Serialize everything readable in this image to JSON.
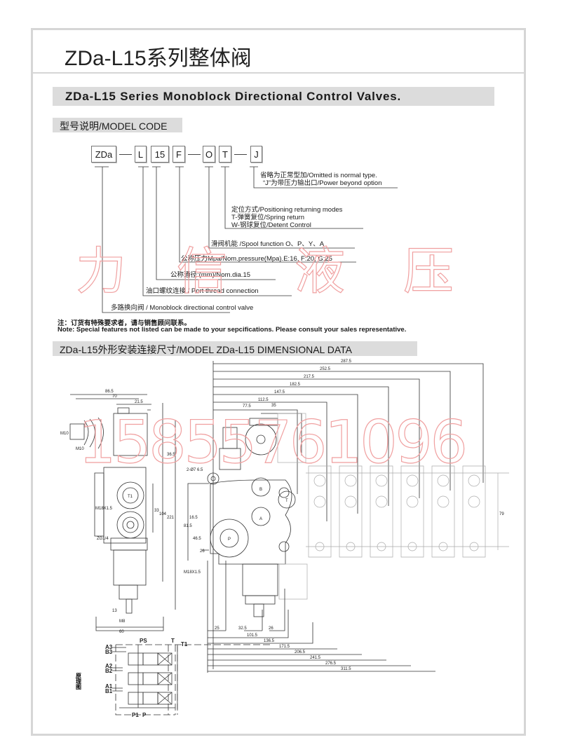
{
  "title": "ZDa-L15系列整体阀",
  "section_title": "ZDa-L15 Series Monoblock Directional Control Valves.",
  "model_code": {
    "heading": "型号说明/MODEL CODE",
    "codes": [
      "ZDa",
      "L",
      "15",
      "F",
      "O",
      "T",
      "J"
    ],
    "labels": {
      "j_line1": "省略为正常型加/Omitted is normal type.",
      "j_line2": "“J”为带压力输出口/Power beyond option",
      "t_line1": "定位方式/Positioning returning modes",
      "t_line2": "T-弹簧复位/Spring return",
      "t_line3": "W-钢球复位/Detent Control",
      "o": "滑阀机能 /Spool function O、P、Y、A",
      "f": "公称压力Mpa/Nom.pressure(Mpa).E:16, F:20, G:25",
      "size": "公称通径:(mm)/Nom.dia.15",
      "l": "油口螺纹连接 / Port thread connection",
      "zda": "多路换向阀  / Monoblock directional control valve"
    },
    "note_cn": "注：订货有特殊要求者，请与销售顾问联系。",
    "note_en": "Note: Special features not listed can be made to your sepcifications. Please consult your sales representative."
  },
  "dimensional": {
    "heading": "ZDa-L15外形安装连接尺寸/MODEL ZDa-L15 DIMENSIONAL DATA",
    "top_dims": [
      "287.5",
      "252.5",
      "217.5",
      "182.5",
      "147.5",
      "112.5",
      "77.5",
      "35"
    ],
    "bottom_dims": [
      "25",
      "32.5",
      "26",
      "101.5",
      "136.5",
      "171.5",
      "206.5",
      "241.5",
      "276.5",
      "311.5"
    ],
    "side": {
      "d86": "86.5",
      "d70": "70",
      "d21": "21.5",
      "m10a": "M10",
      "m10b": "M10",
      "d36": "36.5",
      "hole": "2-Ø7 6.5",
      "m18a": "M18X1.5",
      "zg": "ZG1/4",
      "d33": "33",
      "d104": "104",
      "d221": "221",
      "d13": "13",
      "m8": "M8",
      "d60": "60",
      "d16": "16.5",
      "d81": "81.5",
      "d46": "46.5",
      "d26": "26",
      "m18b": "M18X1.5",
      "d79": "79"
    },
    "ports": {
      "t1": "T1",
      "a": "A",
      "b": "B",
      "t": "T",
      "p": "P"
    }
  },
  "schematic": {
    "label": "原理图",
    "ports": [
      "A3",
      "B3",
      "A2",
      "B2",
      "A1",
      "B1",
      "PS",
      "T",
      "T1",
      "P1",
      "P"
    ]
  },
  "watermark": {
    "chars": [
      "力",
      "信",
      "液",
      "压"
    ],
    "phone": "15855761096"
  }
}
